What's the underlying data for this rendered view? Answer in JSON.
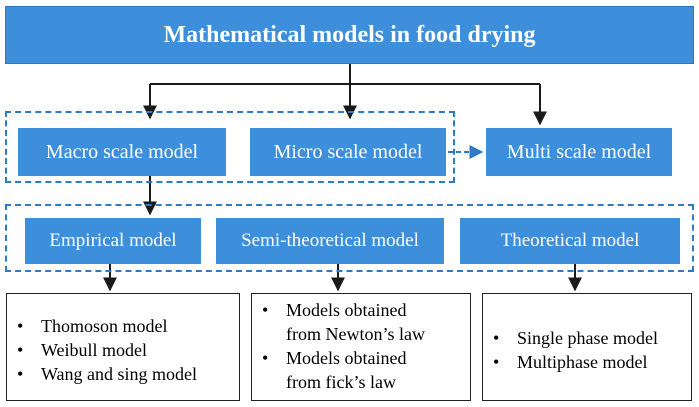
{
  "title": "Mathematical models in food drying",
  "level2": {
    "macro": "Macro scale model",
    "micro": "Micro scale model",
    "multi": "Multi scale model"
  },
  "level3": {
    "empirical": "Empirical model",
    "semi": "Semi-theoretical model",
    "theoretical": "Theoretical model"
  },
  "leaves": {
    "empirical": [
      "Thomoson model",
      "Weibull model",
      "Wang and sing model"
    ],
    "semi_line1": "Models obtained",
    "semi_line2": "from Newton’s law",
    "semi_line3": "Models obtained",
    "semi_line4": "from fick’s law",
    "theoretical": [
      "Single phase model",
      "Multiphase model"
    ]
  },
  "colors": {
    "box_fill": "#3d8fdc",
    "dashed_border": "#2f7ac4",
    "line": "#1a1a1a"
  }
}
